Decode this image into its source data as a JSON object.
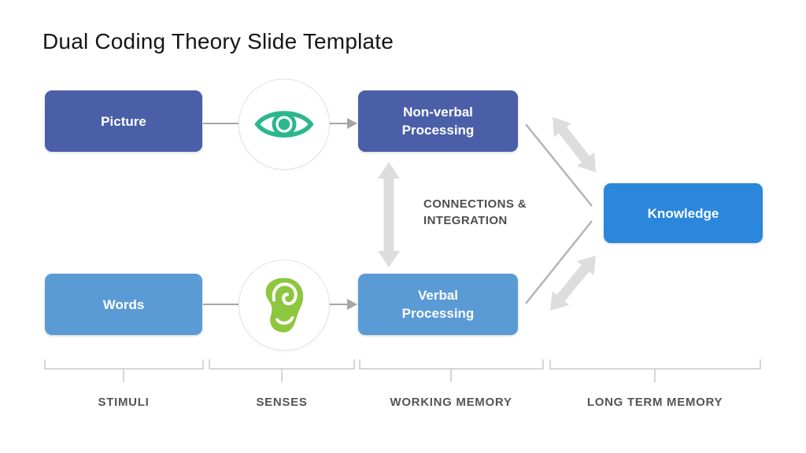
{
  "slide": {
    "title": "Dual Coding Theory Slide Template"
  },
  "boxes": {
    "picture": {
      "label": "Picture"
    },
    "words": {
      "label": "Words"
    },
    "nonverbal": {
      "line1": "Non-verbal",
      "line2": "Processing"
    },
    "verbal": {
      "line1": "Verbal",
      "line2": "Processing"
    },
    "knowledge": {
      "label": "Knowledge"
    }
  },
  "center_label": {
    "line1": "CONNECTIONS &",
    "line2": "INTEGRATION"
  },
  "stages": [
    {
      "label": "STIMULI"
    },
    {
      "label": "SENSES"
    },
    {
      "label": "WORKING MEMORY"
    },
    {
      "label": "LONG TERM MEMORY"
    }
  ],
  "icons": {
    "senses_top": "eye-icon",
    "senses_bottom": "ear-icon"
  },
  "colors": {
    "dark_blue": "#4a5fa8",
    "light_blue": "#5b9bd5",
    "bright_blue": "#2a87db",
    "eye_teal": "#2bb78d",
    "ear_green": "#8dc63f",
    "thick_arrow_gray": "#dddddd",
    "connector_gray": "#a6a6a6",
    "thin_line_gray": "#b5b5b5",
    "bracket_gray": "#c9c9c9",
    "stage_label_gray": "#555555",
    "title_color": "#161616"
  }
}
